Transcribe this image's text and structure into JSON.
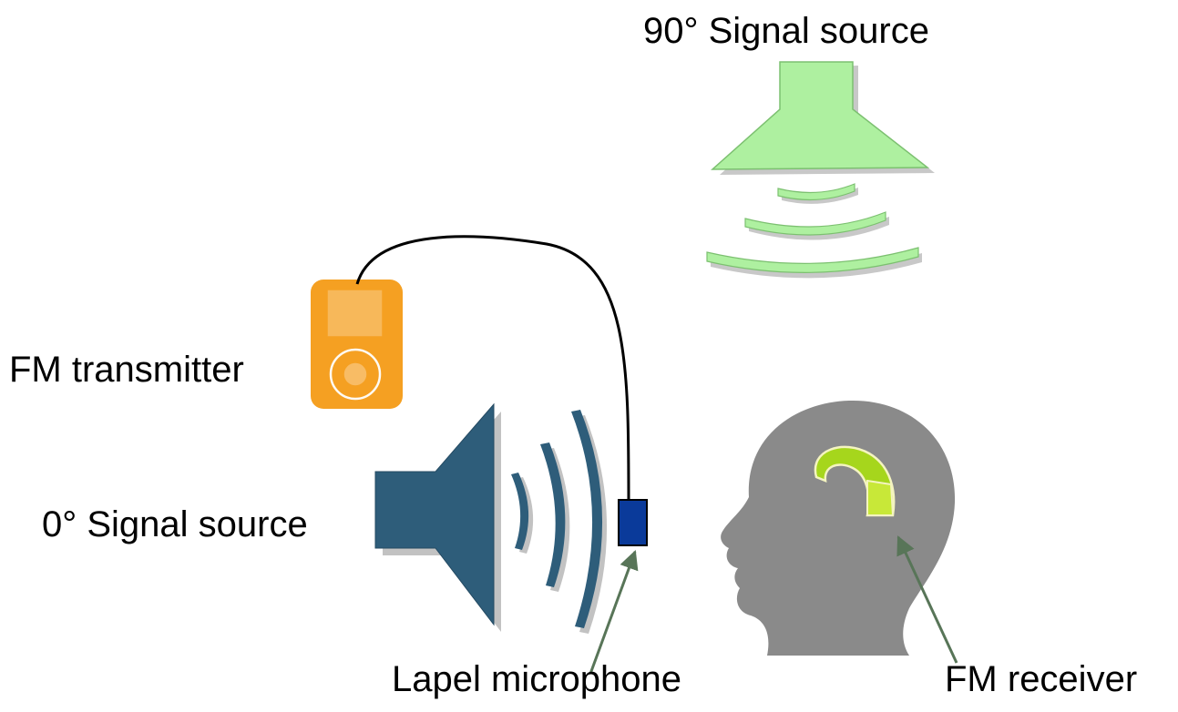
{
  "labels": {
    "signal_90": "90° Signal source",
    "fm_transmitter": "FM transmitter",
    "signal_0": "0° Signal source",
    "lapel_microphone": "Lapel microphone",
    "fm_receiver": "FM receiver"
  },
  "colors": {
    "speaker_blue": "#2e5d7a",
    "speaker_90_green": "#aef0a0",
    "transmitter_orange": "#f5a022",
    "microphone_blue": "#0a3a9a",
    "head_gray": "#8a8a8a",
    "hearing_aid_green": "#a6d61c",
    "arrow_green": "#587558",
    "cable": "#000000"
  }
}
